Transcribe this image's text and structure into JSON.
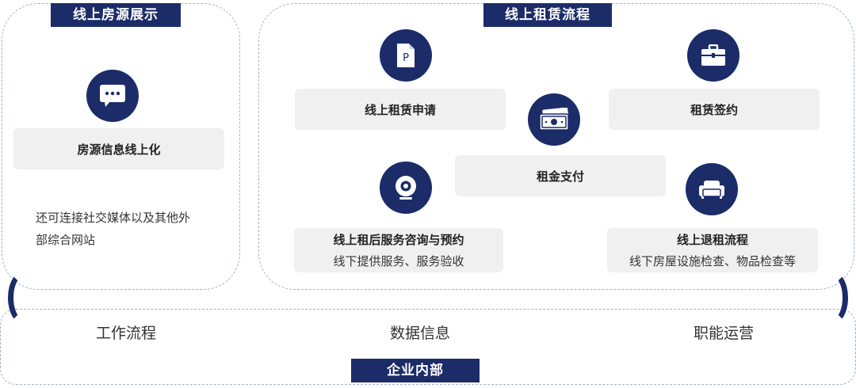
{
  "left_section": {
    "title": "线上房源展示",
    "item_label": "房源信息线上化",
    "note_line1": "还可连接社交媒体以及其他外",
    "note_line2": "部综合网站"
  },
  "right_section": {
    "title": "线上租赁流程",
    "steps": [
      {
        "label": "线上租赁申请",
        "icon": "document-p-icon"
      },
      {
        "label": "租赁签约",
        "icon": "briefcase-icon"
      },
      {
        "label": "租金支付",
        "icon": "cash-icon"
      },
      {
        "label": "线上租后服务咨询与预约",
        "sub": "线下提供服务、服务验收",
        "icon": "webcam-icon"
      },
      {
        "label": "线上退租流程",
        "sub": "线下房屋设施检查、物品检查等",
        "icon": "sofa-icon"
      }
    ]
  },
  "bottom_section": {
    "title": "企业内部",
    "items": [
      "工作流程",
      "数据信息",
      "职能运营"
    ]
  },
  "colors": {
    "navy": "#1b2c68",
    "box_bg": "#f0f0f0",
    "dashed_border": "#9fb3cc"
  }
}
